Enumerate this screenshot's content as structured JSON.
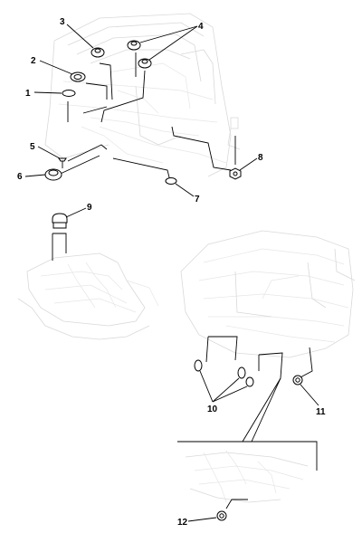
{
  "callouts": {
    "c1": "1",
    "c2": "2",
    "c3": "3",
    "c4": "4",
    "c5": "5",
    "c6": "6",
    "c7": "7",
    "c8": "8",
    "c9": "9",
    "c10": "10",
    "c11": "11",
    "c12": "12"
  },
  "parts": [
    {
      "ref": "1",
      "icon": "flat-oval-plug-icon"
    },
    {
      "ref": "2",
      "icon": "ring-grommet-icon"
    },
    {
      "ref": "3",
      "icon": "dome-plug-icon"
    },
    {
      "ref": "4",
      "icon": "dome-plug-icon"
    },
    {
      "ref": "5",
      "icon": "push-pin-icon"
    },
    {
      "ref": "6",
      "icon": "large-dome-plug-icon"
    },
    {
      "ref": "7",
      "icon": "flat-oval-plug-icon"
    },
    {
      "ref": "8",
      "icon": "hex-plug-icon"
    },
    {
      "ref": "9",
      "icon": "tall-cap-icon"
    },
    {
      "ref": "10",
      "icon": "oval-plug-icon"
    },
    {
      "ref": "11",
      "icon": "round-grommet-icon"
    },
    {
      "ref": "12",
      "icon": "round-grommet-icon"
    }
  ],
  "colors": {
    "line": "#000000",
    "ghost": "#d9d9d9",
    "background": "#ffffff"
  }
}
